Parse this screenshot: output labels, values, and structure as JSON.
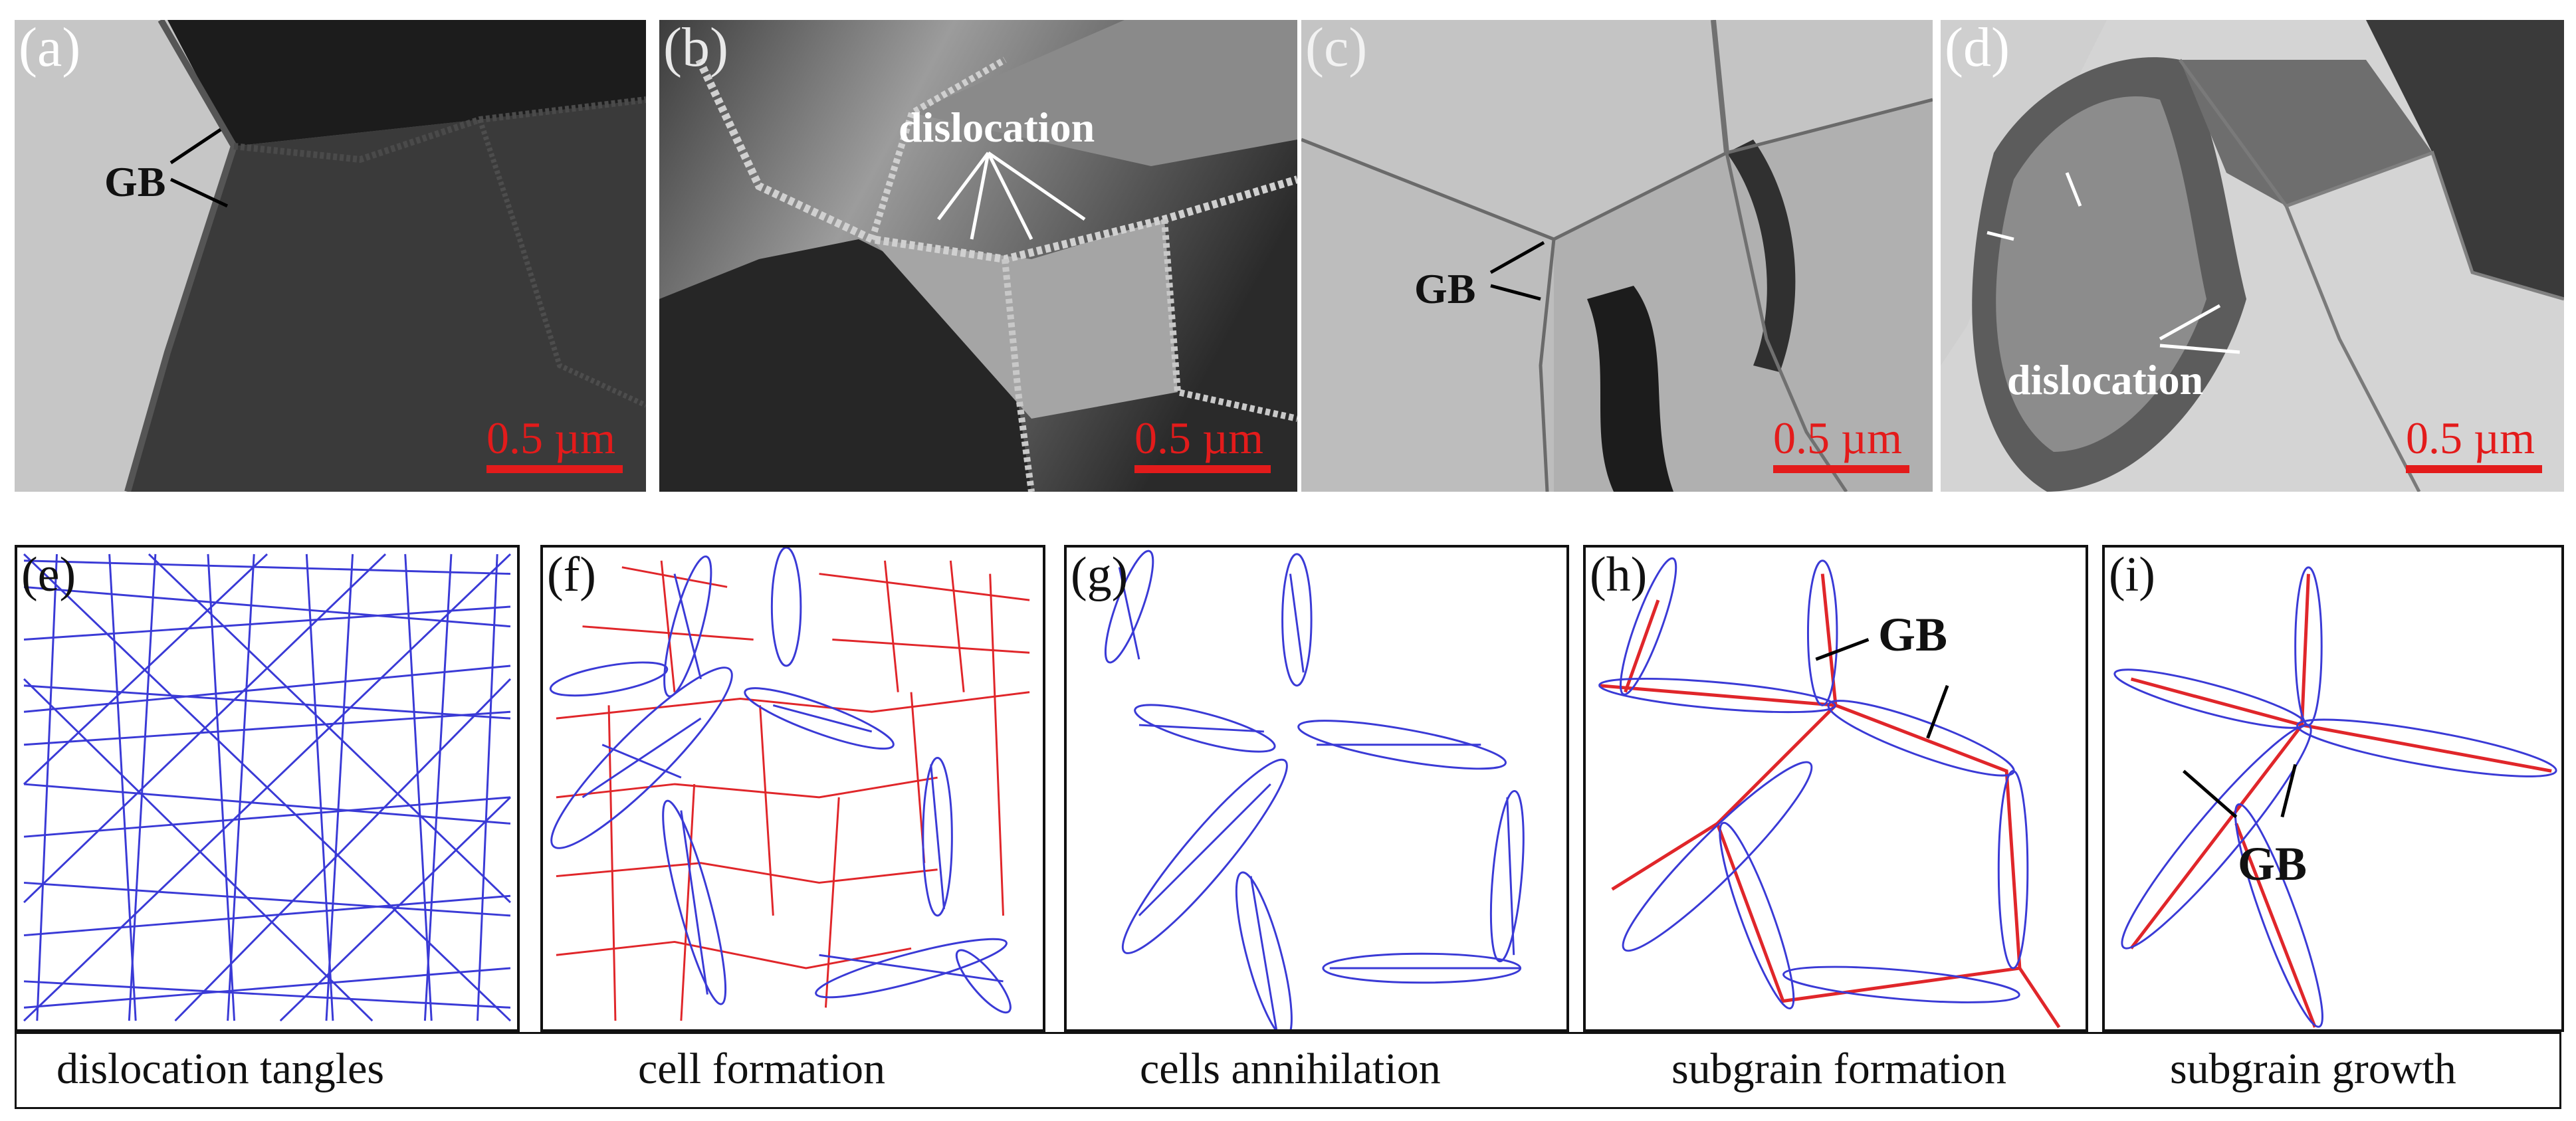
{
  "tem_panels": [
    {
      "label": "(a)",
      "annotation": "GB",
      "scale": "0.5 µm"
    },
    {
      "label": "(b)",
      "annotation": "dislocation",
      "scale": "0.5 µm"
    },
    {
      "label": "(c)",
      "annotation": "GB",
      "scale": "0.5 µm"
    },
    {
      "label": "(d)",
      "annotation": "dislocation",
      "scale": "0.5 µm"
    }
  ],
  "schematic_panels": [
    {
      "label": "(e)",
      "caption": "dislocation tangles",
      "annotation": ""
    },
    {
      "label": "(f)",
      "caption": "cell formation",
      "annotation": ""
    },
    {
      "label": "(g)",
      "caption": "cells annihilation",
      "annotation": ""
    },
    {
      "label": "(h)",
      "caption": "subgrain formation",
      "annotation": "GB"
    },
    {
      "label": "(i)",
      "caption": "subgrain growth",
      "annotation": "GB"
    }
  ],
  "colors": {
    "dislocation_line": "#3a3ad6",
    "boundary_line": "#e0262a",
    "scale_bar": "#e31b1b"
  }
}
